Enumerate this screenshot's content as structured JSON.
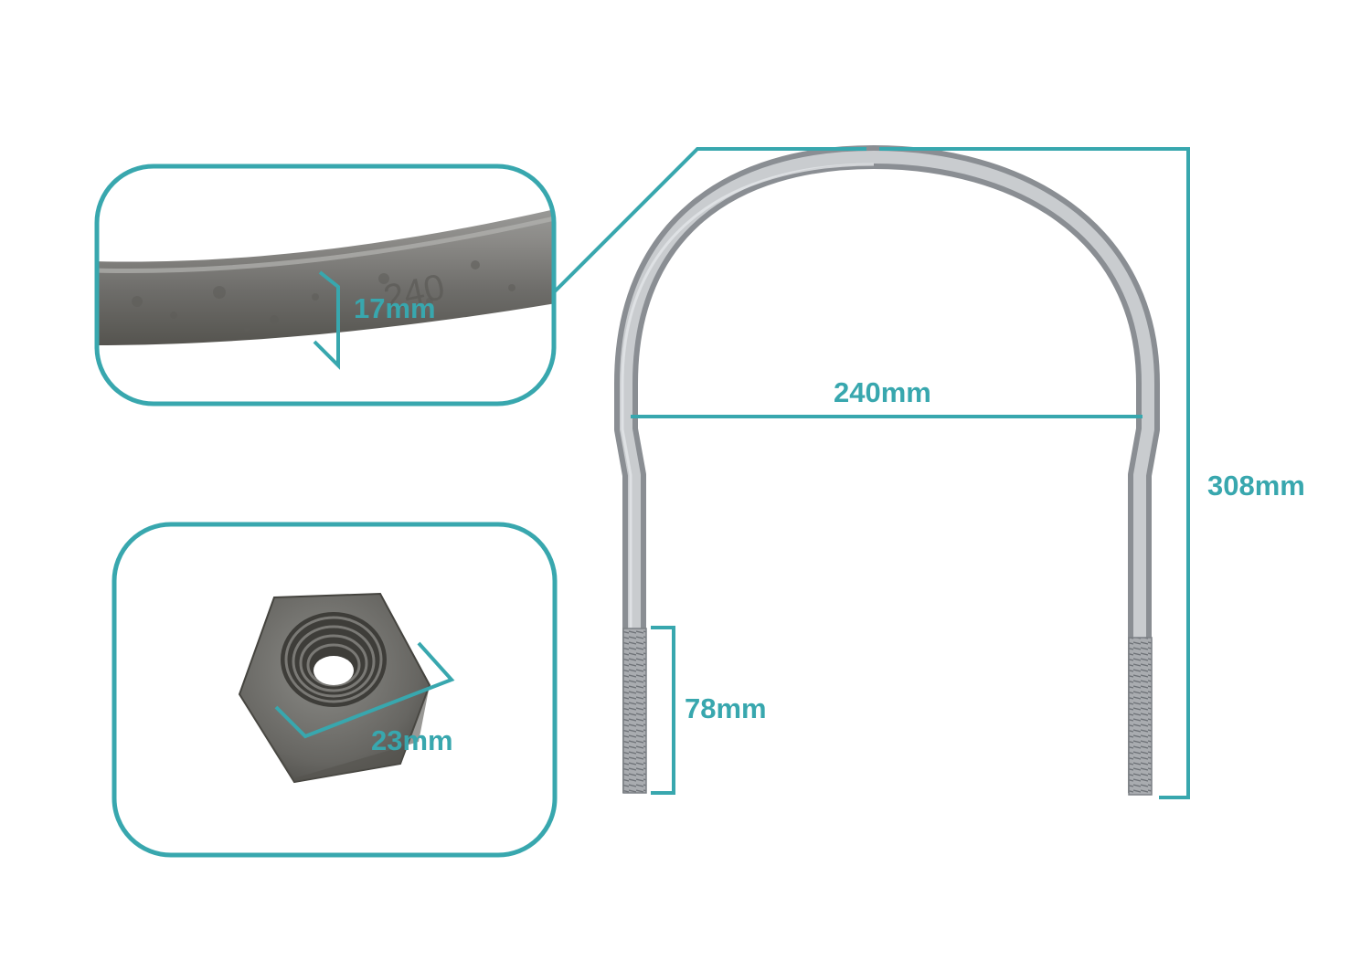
{
  "accent_color": "#38a7ae",
  "metal_color": "#b9bcc0",
  "product": {
    "name": "galvanized U-bolt with hex nut",
    "dimensions": {
      "height": "308mm",
      "inner_width": "240mm",
      "thread_length": "78mm",
      "rod_diameter": "17mm",
      "nut_width": "23mm"
    }
  },
  "detail_insets": {
    "rod_closeup": {
      "stamp_text": "240"
    },
    "nut_closeup": {}
  }
}
